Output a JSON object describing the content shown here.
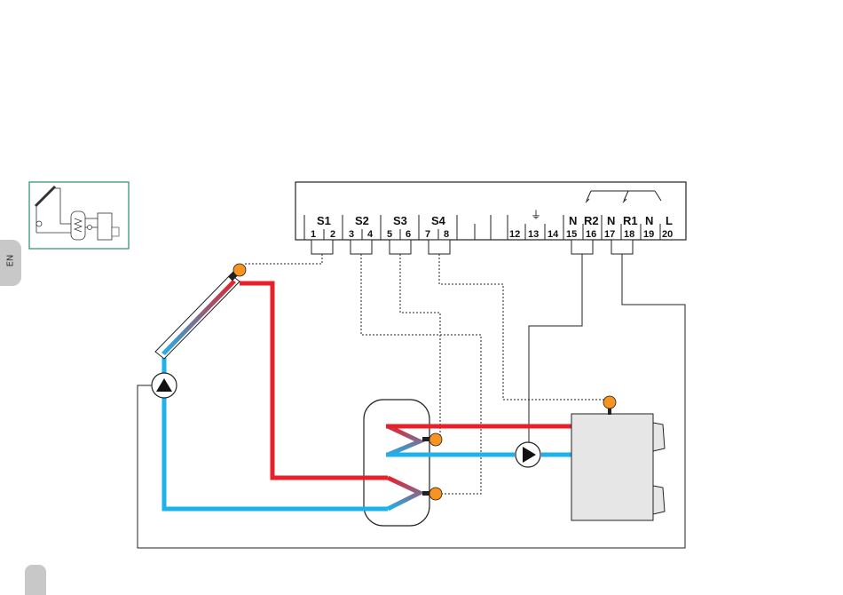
{
  "side_tab": {
    "label": "EN"
  },
  "controller": {
    "sensor_labels": [
      "S1",
      "S2",
      "S3",
      "S4"
    ],
    "relay_labels": [
      "N",
      "R2",
      "N",
      "R1",
      "N",
      "L"
    ],
    "terminal_numbers": [
      "1",
      "2",
      "3",
      "4",
      "5",
      "6",
      "7",
      "8",
      "12",
      "13",
      "14",
      "15",
      "16",
      "17",
      "18",
      "19",
      "20"
    ],
    "ground_symbol": "⏚"
  },
  "colors": {
    "hot": "#e8202a",
    "cold": "#1eb2ea",
    "sensor": "#f7931e",
    "thumbnail_border": "#2a8c6e",
    "wire": "#222222"
  }
}
